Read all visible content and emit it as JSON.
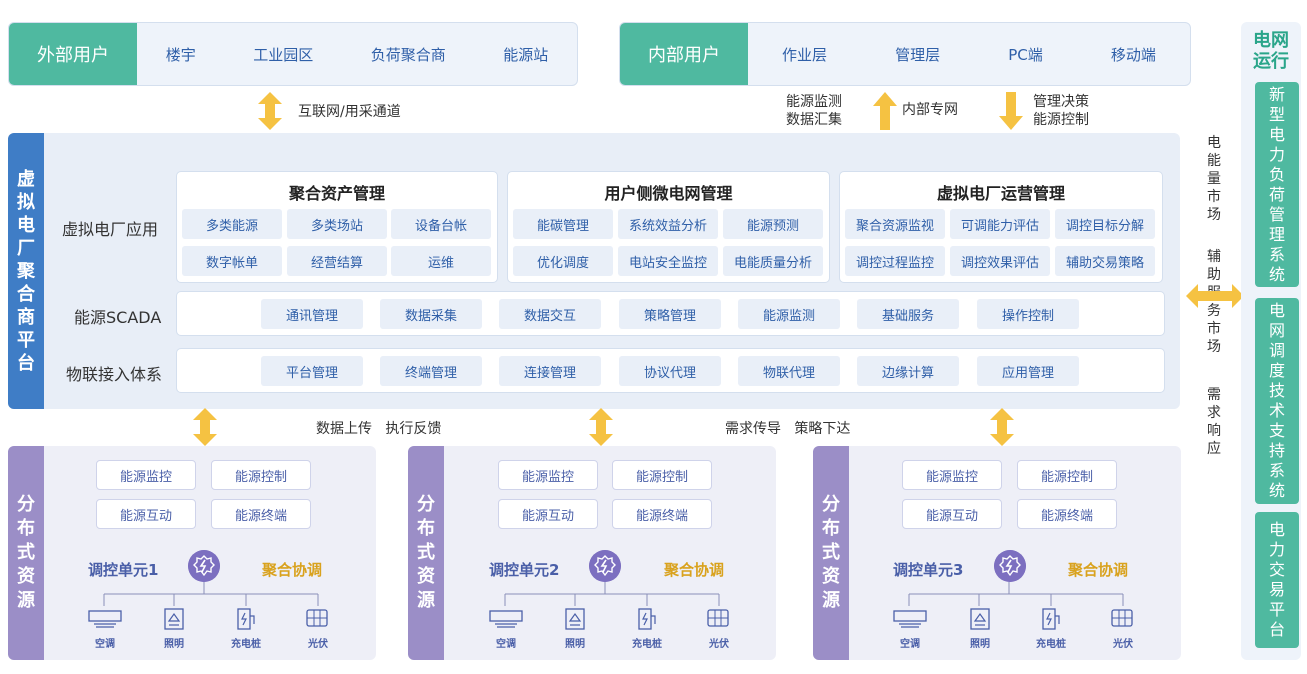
{
  "external_users": {
    "title": "外部用户",
    "items": [
      "楼宇",
      "工业园区",
      "负荷聚合商",
      "能源站"
    ]
  },
  "internal_users": {
    "title": "内部用户",
    "items": [
      "作业层",
      "管理层",
      "PC端",
      "移动端"
    ]
  },
  "top_flows": {
    "internet": "互联网/用采通道",
    "up_left": [
      "能源监测",
      "数据汇集"
    ],
    "private_net": "内部专网",
    "down_right": [
      "管理决策",
      "能源控制"
    ]
  },
  "platform": {
    "side_title": [
      "虚",
      "拟",
      "电",
      "厂",
      "聚",
      "合",
      "商",
      "平",
      "台"
    ],
    "row_labels": {
      "app": "虚拟电厂应用",
      "scada": "能源SCADA",
      "iot": "物联接入体系"
    },
    "panels": [
      {
        "title": "聚合资产管理",
        "items": [
          "多类能源",
          "多类场站",
          "设备台帐",
          "数字帐单",
          "经营结算",
          "运维"
        ]
      },
      {
        "title": "用户侧微电网管理",
        "items": [
          "能碳管理",
          "系统效益分析",
          "能源预测",
          "优化调度",
          "电站安全监控",
          "电能质量分析"
        ]
      },
      {
        "title": "虚拟电厂运营管理",
        "items": [
          "聚合资源监视",
          "可调能力评估",
          "调控目标分解",
          "调控过程监控",
          "调控效果评估",
          "辅助交易策略"
        ]
      }
    ],
    "scada_items": [
      "通讯管理",
      "数据采集",
      "数据交互",
      "策略管理",
      "能源监测",
      "基础服务",
      "操作控制"
    ],
    "iot_items": [
      "平台管理",
      "终端管理",
      "连接管理",
      "协议代理",
      "物联代理",
      "边缘计算",
      "应用管理"
    ]
  },
  "markets": {
    "energy": [
      "电",
      "能",
      "量",
      "市",
      "场"
    ],
    "ancillary": [
      "辅",
      "助",
      "服",
      "务",
      "市",
      "场"
    ],
    "demand": [
      "需",
      "求",
      "响",
      "应"
    ]
  },
  "grid_ops": {
    "title": [
      "电网",
      "运行"
    ],
    "boxes": [
      [
        "新",
        "型",
        "电",
        "力",
        "负",
        "荷",
        "管",
        "理",
        "系",
        "统"
      ],
      [
        "电",
        "网",
        "调",
        "度",
        "技",
        "术",
        "支",
        "持",
        "系",
        "统"
      ],
      [
        "电",
        "力",
        "交",
        "易",
        "平",
        "台"
      ]
    ]
  },
  "bottom_flows": {
    "left": "数据上传   执行反馈",
    "right": "需求传导   策略下达"
  },
  "distributed": {
    "side_title": [
      "分",
      "布",
      "式",
      "资",
      "源"
    ],
    "functions": [
      "能源监控",
      "能源控制",
      "能源互动",
      "能源终端"
    ],
    "aggregation": "聚合协调",
    "units": [
      "调控单元1",
      "调控单元2",
      "调控单元3"
    ],
    "devices": [
      "空调",
      "照明",
      "充电桩",
      "光伏"
    ]
  },
  "colors": {
    "teal": "#4fb9a0",
    "blue": "#3f7dc6",
    "purple": "#9b8ec7",
    "gold": "#f5c242",
    "chip_text": "#2f5fa8"
  }
}
